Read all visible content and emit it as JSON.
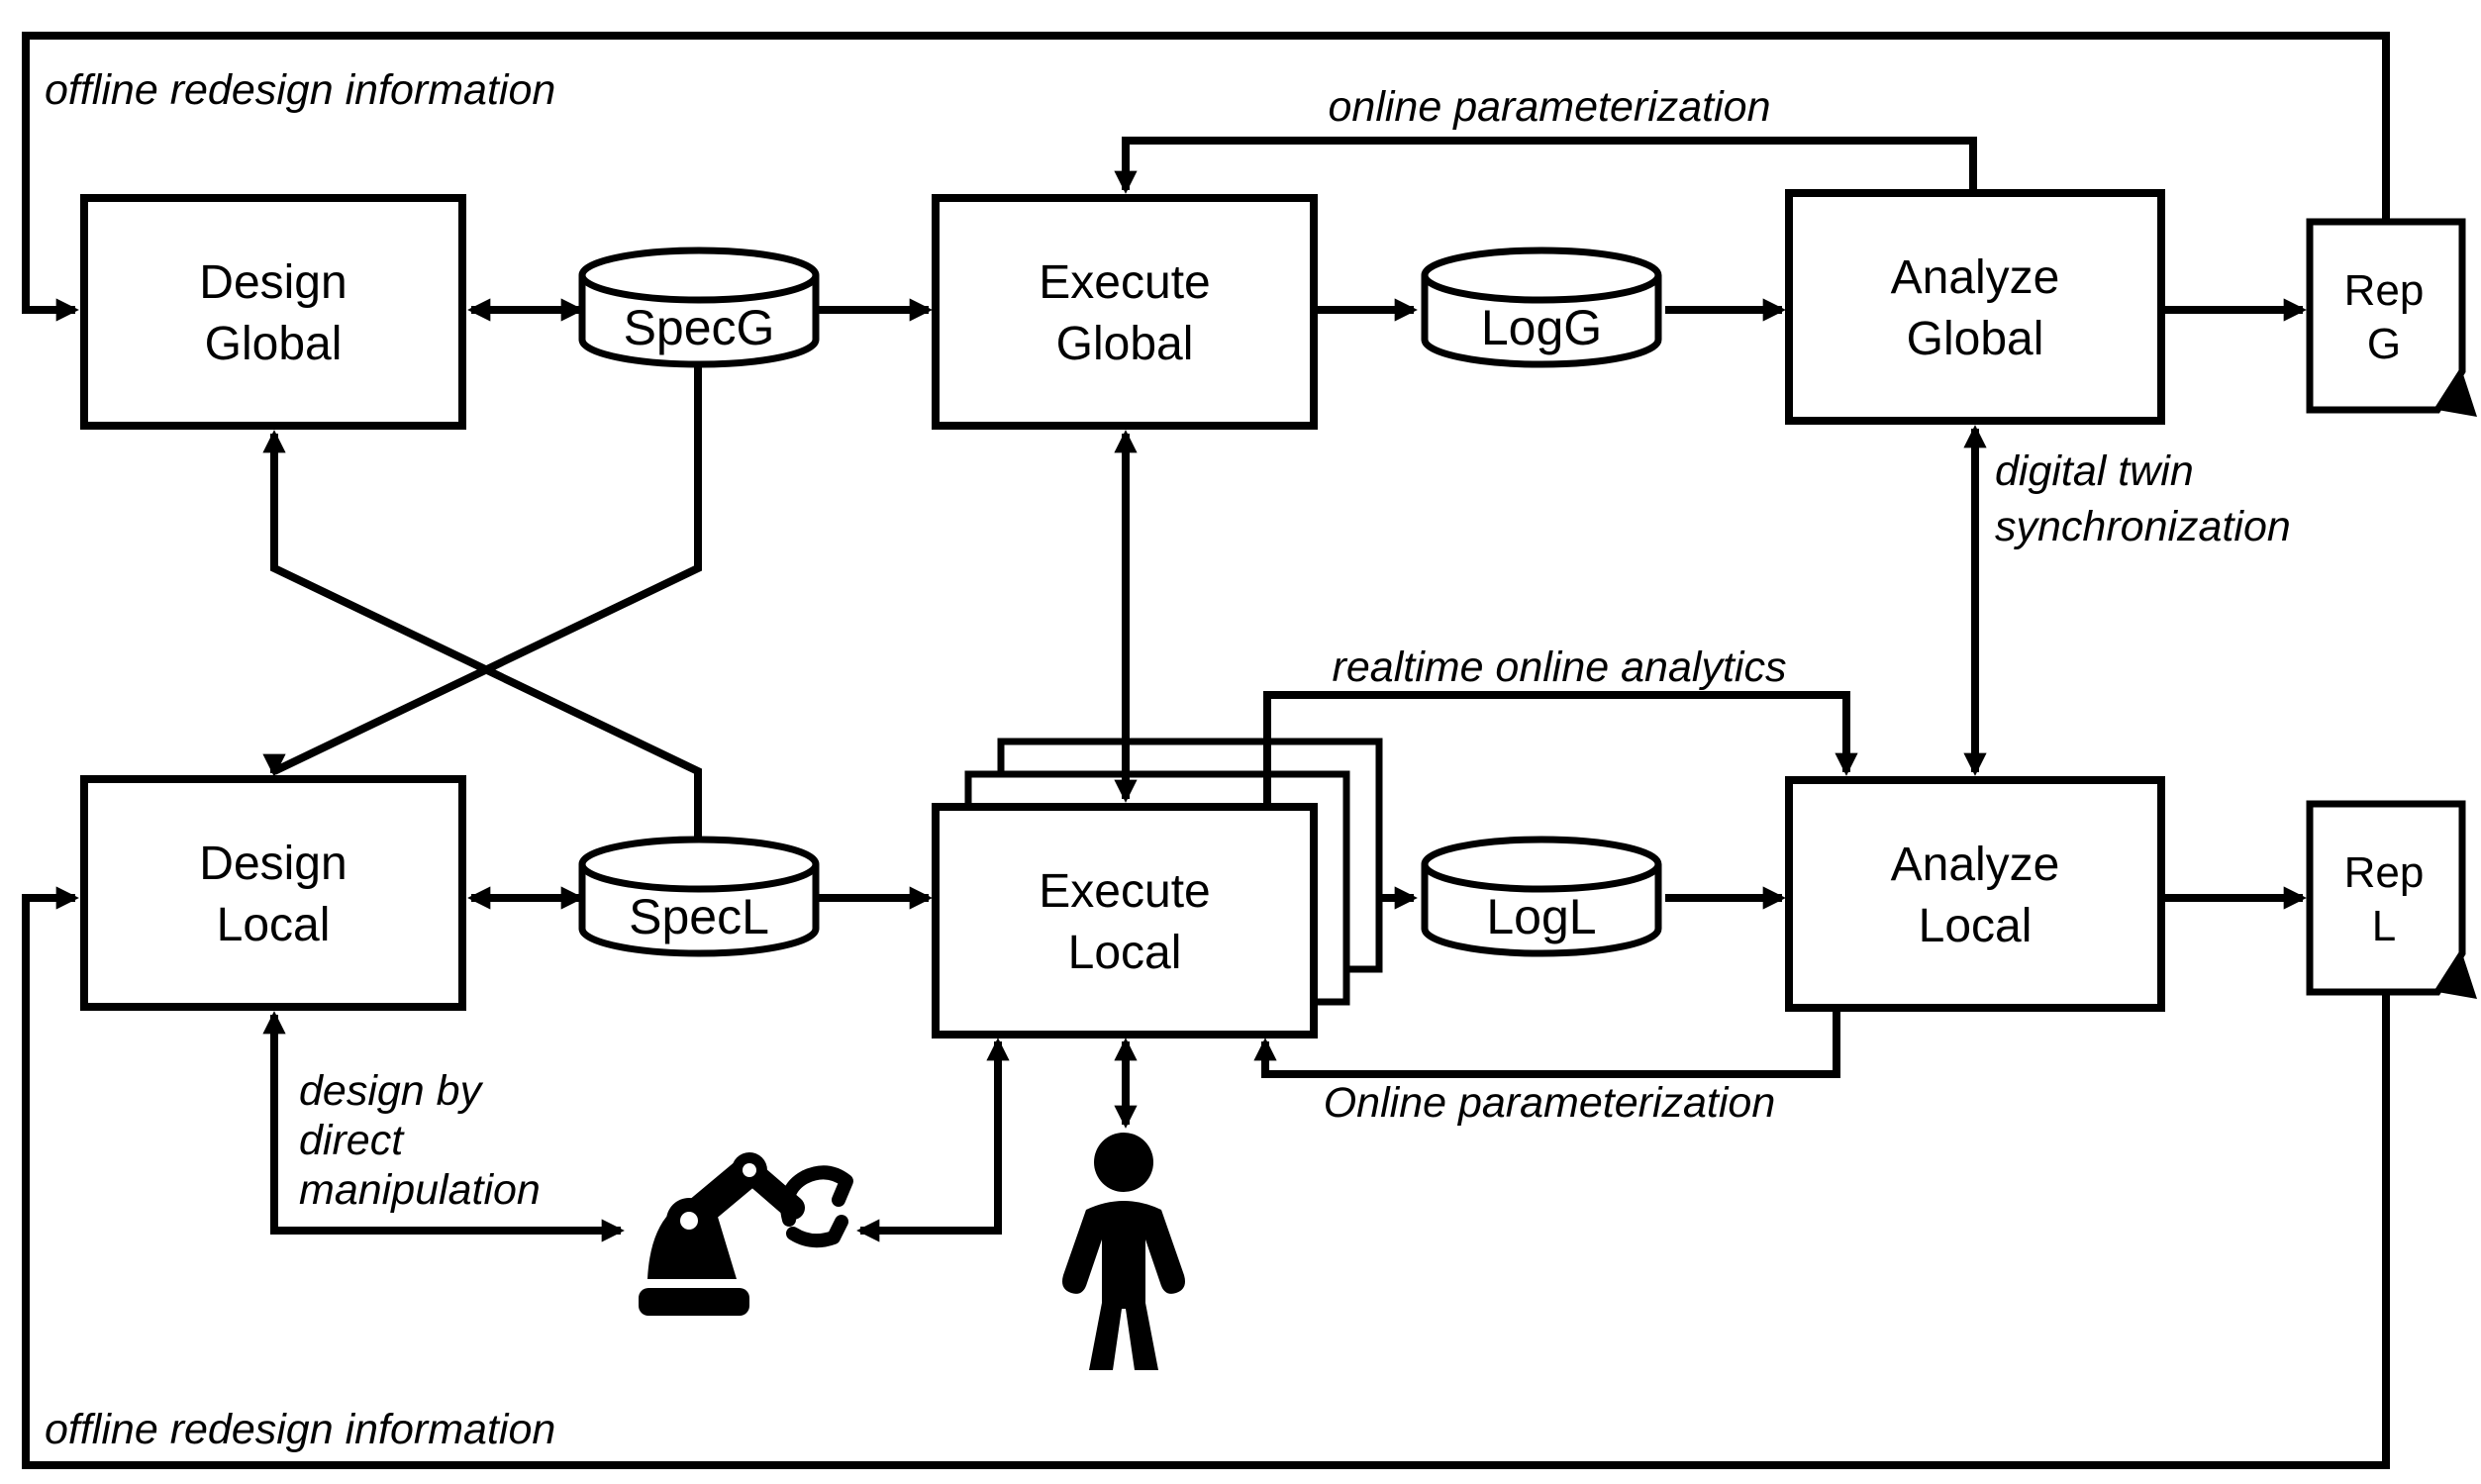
{
  "colors": {
    "line": "#000000",
    "box_fill": "#ffffff",
    "sheet_fill": "#c9c9c9",
    "background": "#ffffff"
  },
  "nodes": {
    "design_global": {
      "line1": "Design",
      "line2": "Global"
    },
    "execute_global": {
      "line1": "Execute",
      "line2": "Global"
    },
    "analyze_global": {
      "line1": "Analyze",
      "line2": "Global"
    },
    "design_local": {
      "line1": "Design",
      "line2": "Local"
    },
    "execute_local": {
      "line1": "Execute",
      "line2": "Local"
    },
    "analyze_local": {
      "line1": "Analyze",
      "line2": "Local"
    }
  },
  "datastores": {
    "spec_g": "SpecG",
    "log_g": "LogG",
    "spec_l": "SpecL",
    "log_l": "LogL"
  },
  "documents": {
    "rep_g": {
      "line1": "Rep",
      "line2": "G"
    },
    "rep_l": {
      "line1": "Rep",
      "line2": "L"
    }
  },
  "annotations": {
    "offline_redesign_top": "offline redesign information",
    "online_parameterization_top": "online parameterization",
    "digital_twin_line1": "digital twin",
    "digital_twin_line2": "synchronization",
    "realtime_online_analytics": "realtime online analytics",
    "online_parameterization_bottom": "Online parameterization",
    "design_by_line1": "design by",
    "design_by_line2": "direct",
    "design_by_line3": "manipulation",
    "offline_redesign_bottom": "offline redesign information"
  },
  "icons": {
    "robot_arm": "robot-arm-icon",
    "person": "person-icon"
  }
}
